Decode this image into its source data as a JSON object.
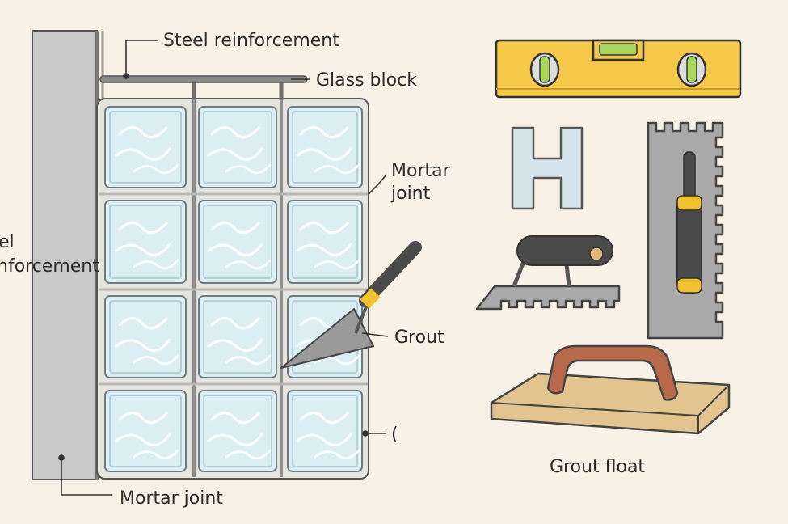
{
  "labels": {
    "steel_reinforcement_top": "Steel reinforcement",
    "glass_block": "Glass block",
    "mortar_joint_right_1": "Mortar",
    "mortar_joint_right_2": "joint",
    "grout": "Grout",
    "mortar_joint_bottom": "Mortar joint",
    "steel_left_1": "el",
    "steel_left_2": "nforcement",
    "small_mark": "(",
    "grout_float": "Grout float"
  },
  "colors": {
    "background": "#f8f2e6",
    "glass_fill": "#dbeef3",
    "level_yellow": "#f5c84a",
    "grip": "#4a4a4a",
    "grip_accent": "#f2c12e",
    "float_handle": "#b86a4b",
    "float_board": "#e3c48e"
  },
  "icons": [
    "spirit-level-icon",
    "tile-spacer-icon",
    "notched-trowel-icon",
    "margin-trowel-icon",
    "tile-float-icon",
    "pointing-trowel-icon"
  ]
}
